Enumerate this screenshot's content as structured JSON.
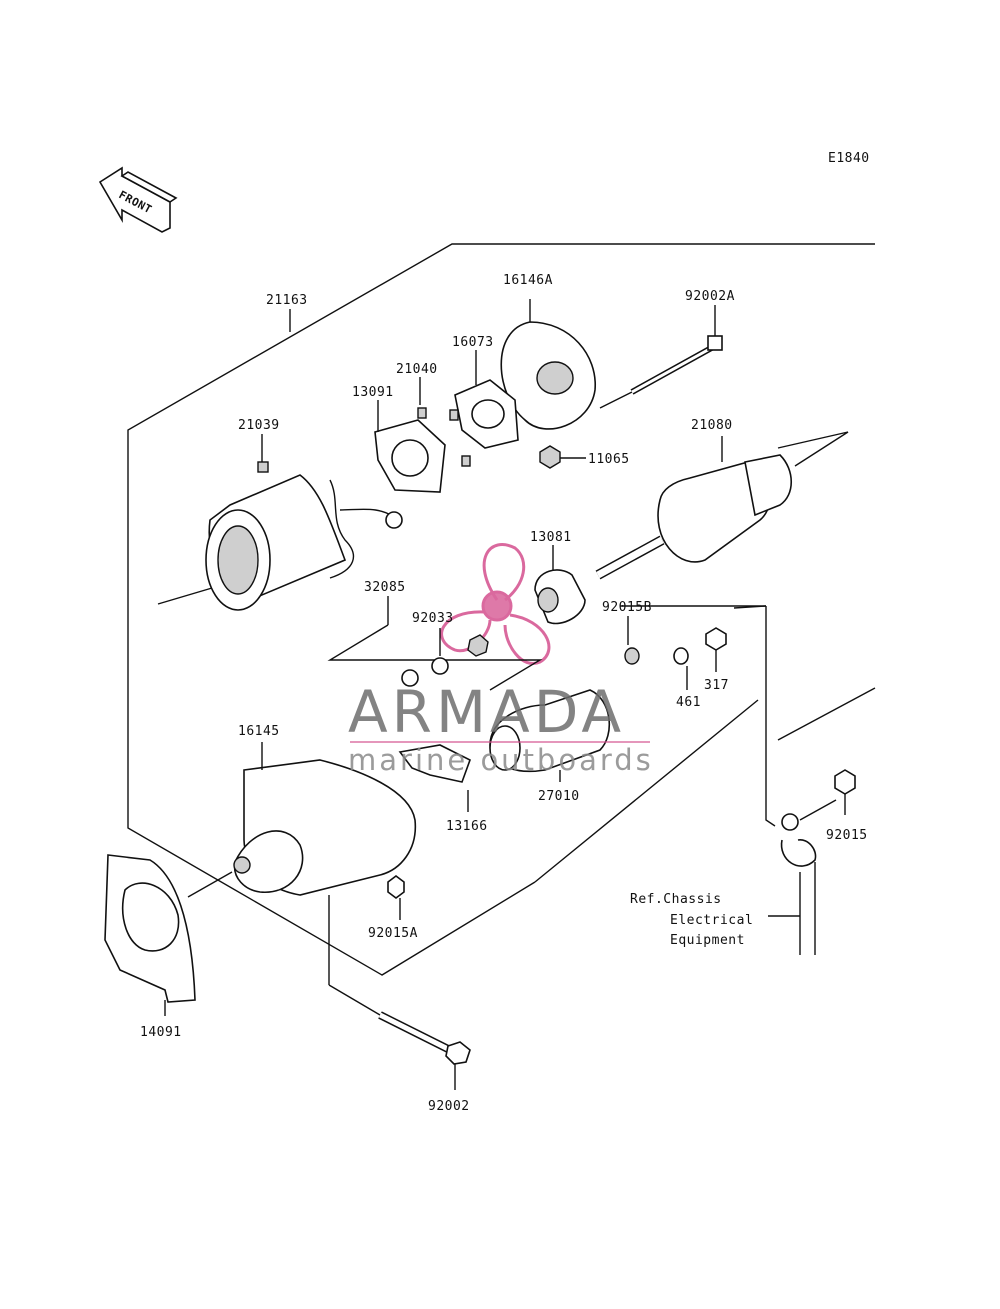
{
  "diagram_code": "E1840",
  "front_label": "FRONT",
  "parts": {
    "p21163": "21163",
    "p16146A": "16146A",
    "p92002A": "92002A",
    "p16073": "16073",
    "p21040": "21040",
    "p13091": "13091",
    "p21039": "21039",
    "p21080": "21080",
    "p11065": "11065",
    "p13081": "13081",
    "p32085": "32085",
    "p92033": "92033",
    "p92015B": "92015B",
    "p461": "461",
    "p317": "317",
    "p16145": "16145",
    "p27010": "27010",
    "p13166": "13166",
    "p92015": "92015",
    "p92015A": "92015A",
    "p14091": "14091",
    "p92002": "92002"
  },
  "reference": {
    "line1": "Ref.Chassis",
    "line2": "Electrical",
    "line3": "Equipment"
  },
  "watermark": {
    "brand": "ARMADA",
    "tagline": "marine outboards",
    "logo_color": "#d4508e"
  }
}
